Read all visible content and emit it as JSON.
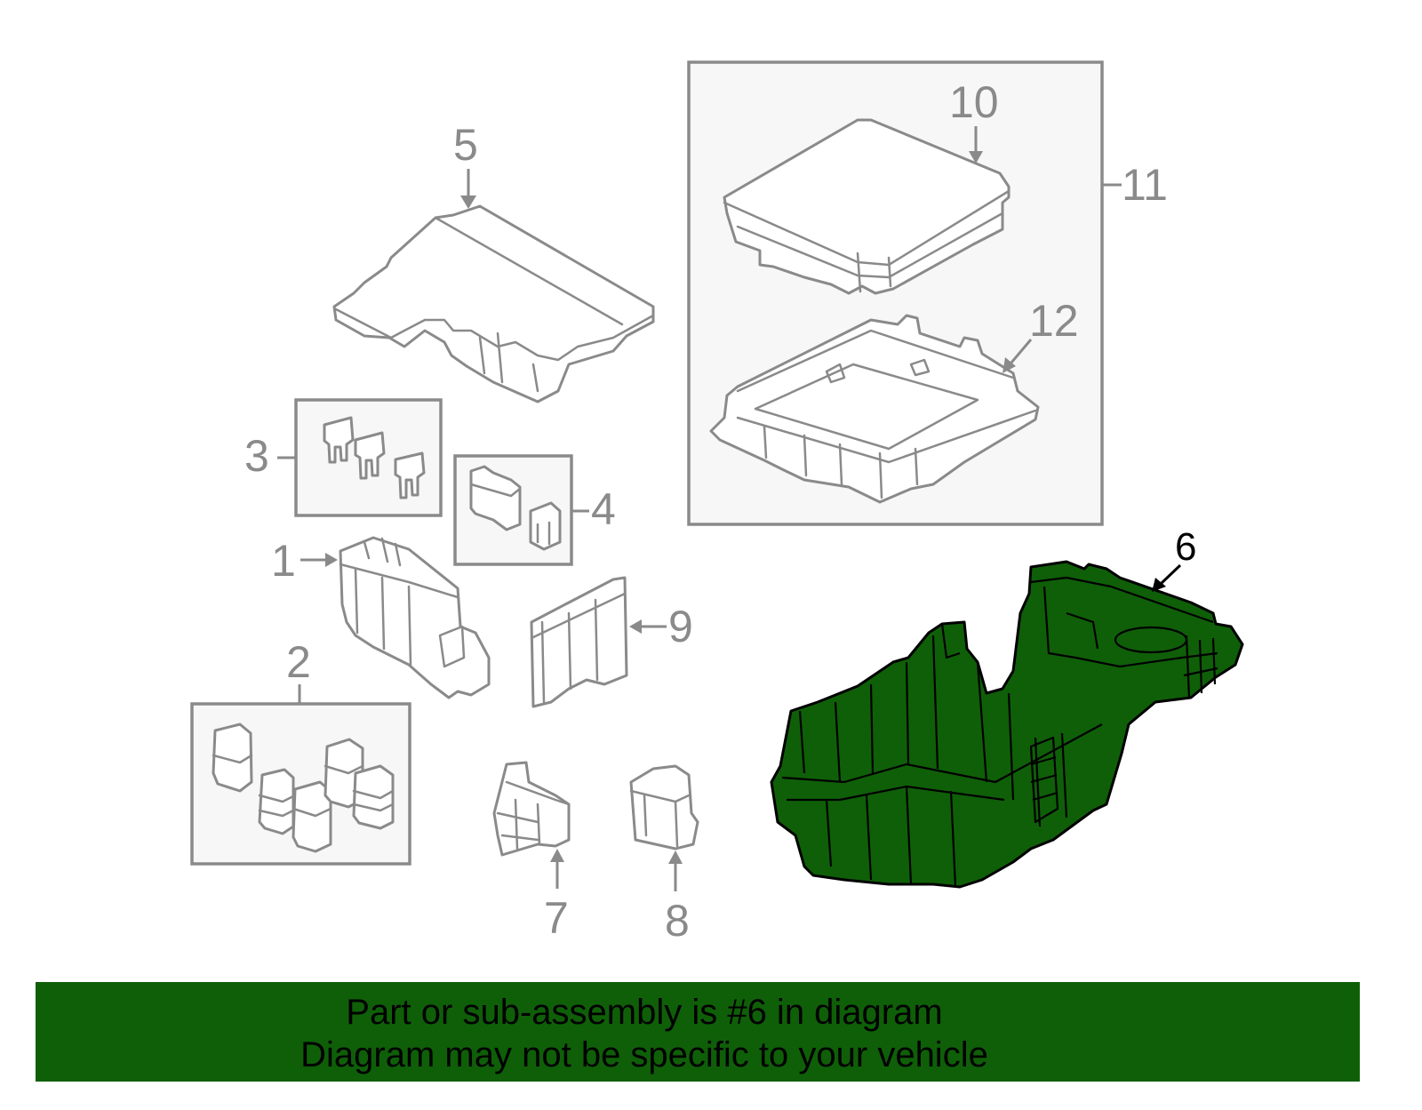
{
  "diagram": {
    "callouts": {
      "c1": "1",
      "c2": "2",
      "c3": "3",
      "c4": "4",
      "c5": "5",
      "c6": "6",
      "c7": "7",
      "c8": "8",
      "c9": "9",
      "c10": "10",
      "c11": "11",
      "c12": "12"
    },
    "highlighted_part": "6",
    "highlight_color": "#0f5f08"
  },
  "footer": {
    "line1": "Part or sub-assembly is #6 in diagram",
    "line2": "Diagram may not be specific to your vehicle",
    "background_color": "#0f5f08"
  }
}
